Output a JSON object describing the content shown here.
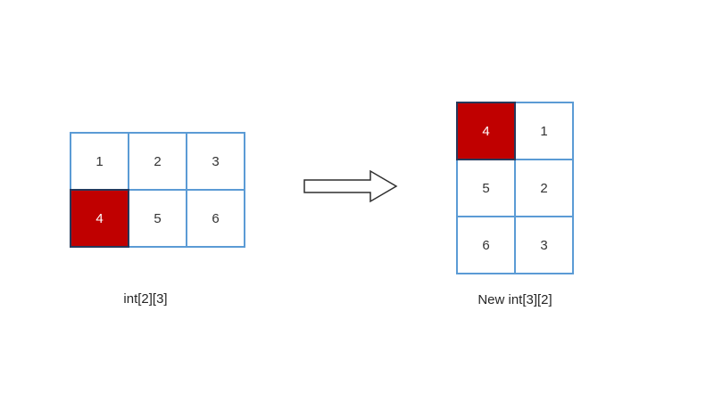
{
  "diagram": {
    "left_grid": {
      "label": "int[2][3]",
      "rows": [
        [
          "1",
          "2",
          "3"
        ],
        [
          "4",
          "5",
          "6"
        ]
      ],
      "highlight": {
        "row": 1,
        "col": 0
      }
    },
    "right_grid": {
      "label": "New int[3][2]",
      "rows": [
        [
          "4",
          "1"
        ],
        [
          "5",
          "2"
        ],
        [
          "6",
          "3"
        ]
      ],
      "highlight": {
        "row": 0,
        "col": 0
      }
    },
    "arrow": {
      "icon": "right-block-arrow",
      "direction": "right"
    },
    "colors": {
      "background": "#ffffff",
      "grid_border": "#5b9bd5",
      "highlight_fill": "#c00000",
      "highlight_border": "#25395c",
      "cell_text": "#333333",
      "highlight_text": "#ffffff",
      "label_text": "#262626",
      "arrow_outline": "#2f2f2f"
    }
  }
}
